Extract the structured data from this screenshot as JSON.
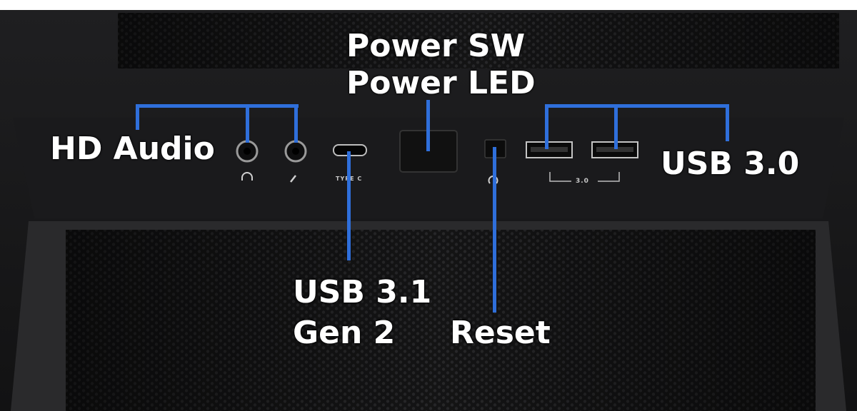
{
  "labels": {
    "power": [
      "Power SW",
      "Power LED"
    ],
    "hd_audio": "HD Audio",
    "usb30": "USB 3.0",
    "usb31": [
      "USB 3.1",
      "Gen 2"
    ],
    "reset": "Reset"
  },
  "case_markings": {
    "type_c": "TYPE C",
    "usb_group": "3.0"
  },
  "colors": {
    "accent": "#2f6fdb",
    "case_body": "#1b1b1d",
    "case_top": "#121213",
    "mesh": "#242426",
    "text": "#ffffff",
    "background": "#ffffff"
  },
  "icons": [
    "headphone-icon",
    "microphone-icon",
    "power-icon",
    "reset-icon"
  ]
}
